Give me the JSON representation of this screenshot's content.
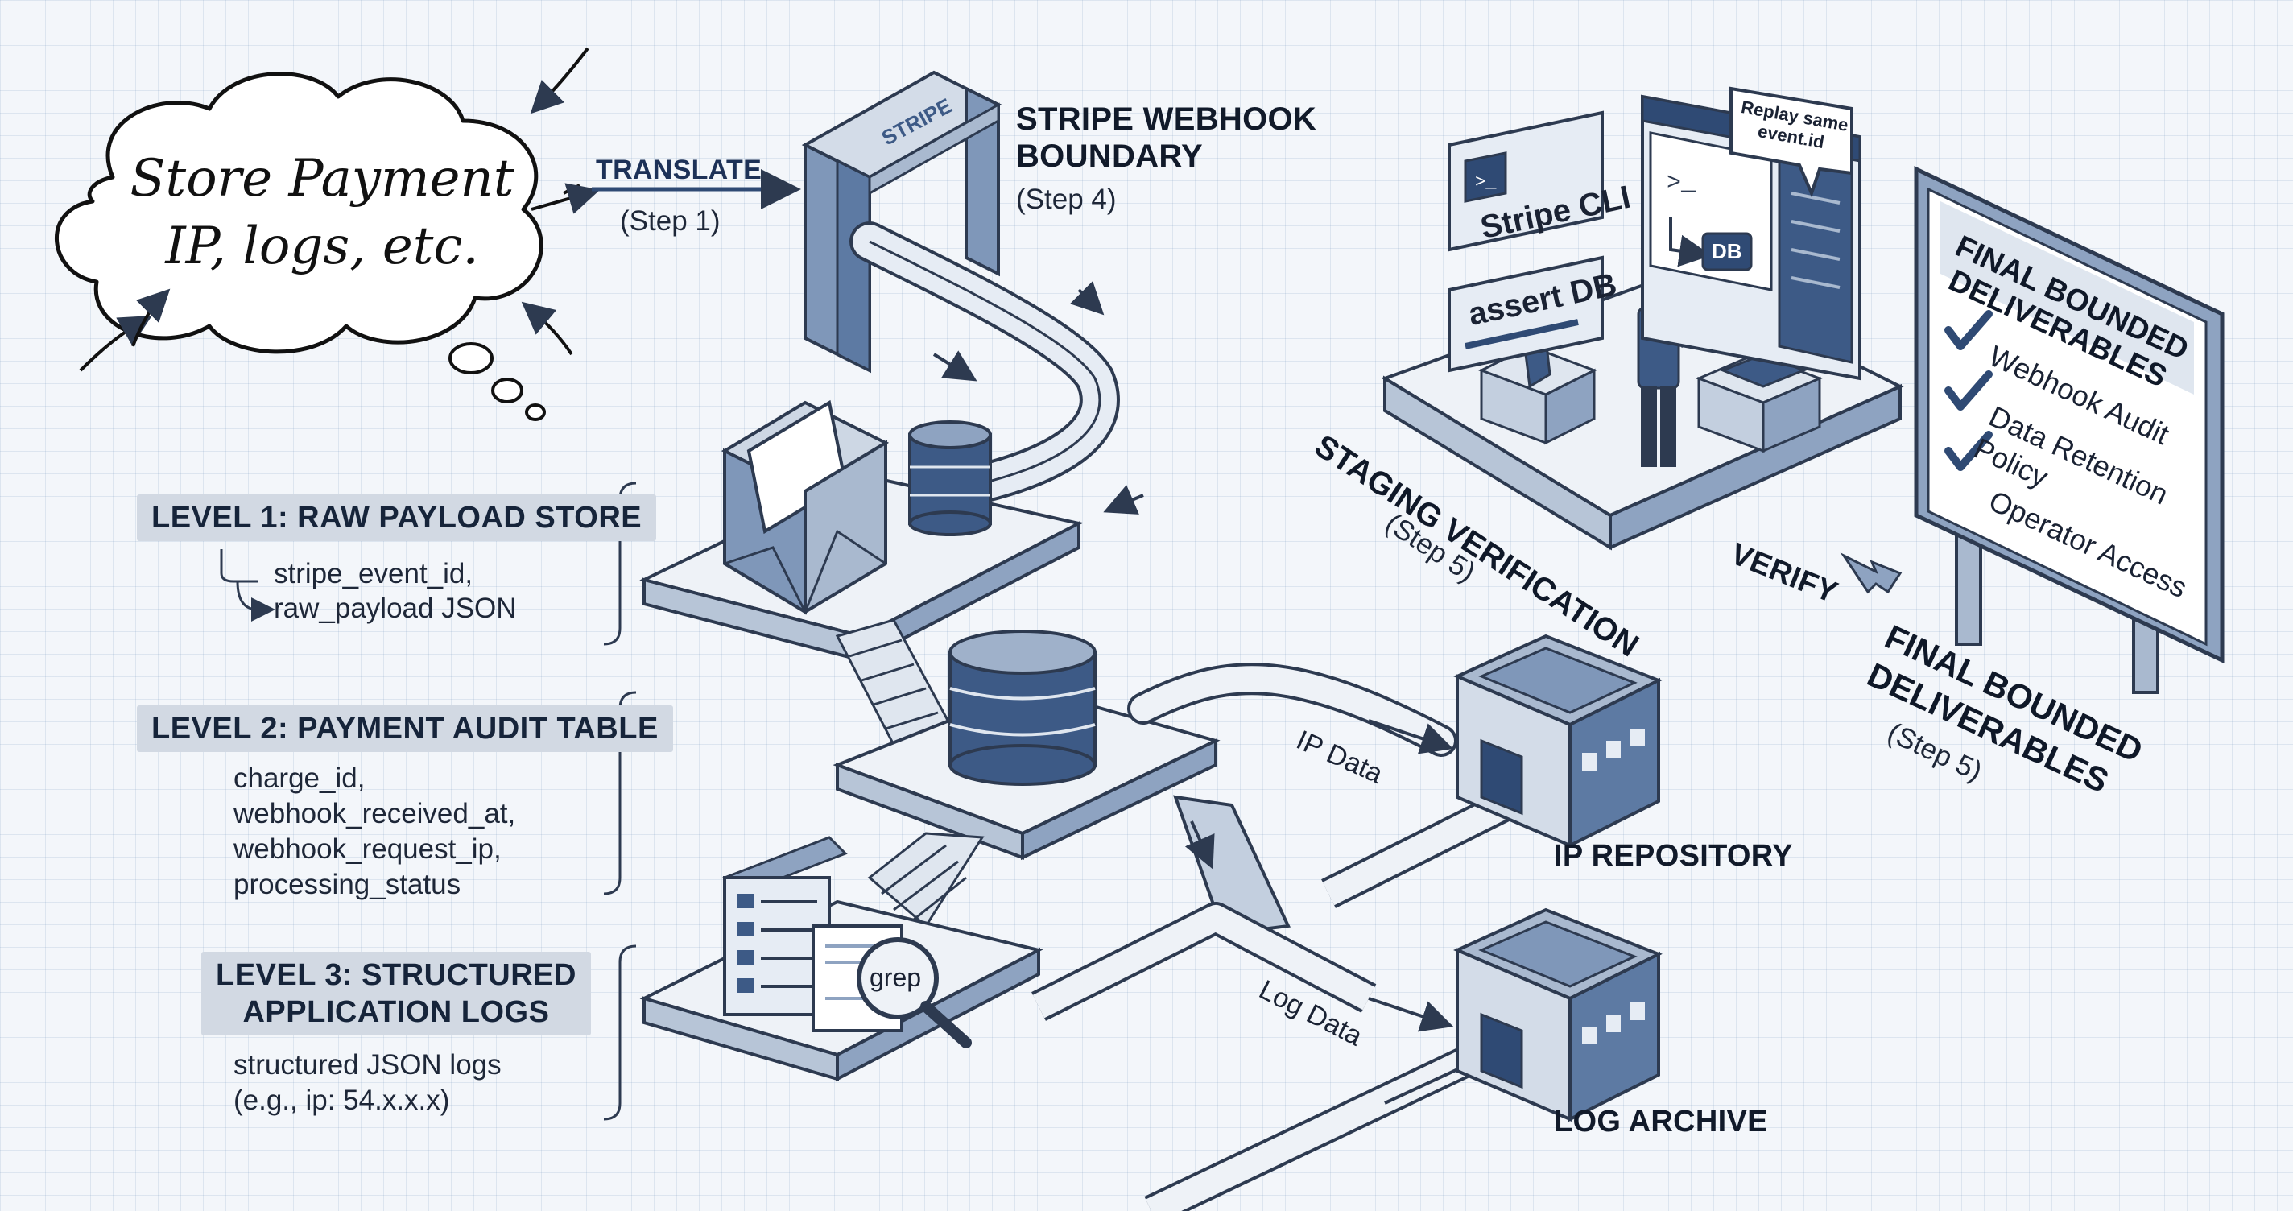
{
  "cloud": {
    "text": "Store Payment\nIP, logs, etc."
  },
  "translate": {
    "label": "TRANSLATE",
    "step": "(Step 1)"
  },
  "boundary": {
    "title": "STRIPE WEBHOOK\nBOUNDARY",
    "step": "(Step 4)",
    "gate_text": "STRIPE"
  },
  "levels": [
    {
      "tag": "LEVEL 1: RAW PAYLOAD STORE",
      "fields": [
        "stripe_event_id,",
        "raw_payload JSON"
      ]
    },
    {
      "tag": "LEVEL 2: PAYMENT AUDIT TABLE",
      "fields": [
        "charge_id,",
        "webhook_received_at,",
        "webhook_request_ip,",
        "processing_status"
      ]
    },
    {
      "tag": "LEVEL 3: STRUCTURED\nAPPLICATION LOGS",
      "fields": [
        "structured JSON logs",
        "(e.g., ip: 54.x.x.x)"
      ]
    }
  ],
  "grep_label": "grep",
  "flows": {
    "ip_data": "IP Data",
    "log_data": "Log Data"
  },
  "repositories": {
    "ip": "IP REPOSITORY",
    "log": "LOG ARCHIVE"
  },
  "staging": {
    "label": "STAGING VERIFICATION",
    "step": "(Step 5)",
    "cli_panel": "Stripe CLI",
    "assert_panel": "assert DB",
    "db_badge": "DB",
    "bubble": "Replay same\nevent.id",
    "verify": "VERIFY"
  },
  "deliverables": {
    "sign_title": "FINAL BOUNDED\nDELIVERABLES",
    "items": [
      "Webhook Audit",
      "Data Retention\nPolicy",
      "Operator Access"
    ],
    "label": "FINAL BOUNDED\nDELIVERABLES",
    "step": "(Step 5)"
  },
  "colors": {
    "ink": "#2d3a50",
    "steel": "#5d7aa3",
    "deep": "#2f4a74",
    "light": "#e6ecf4",
    "mid": "#a9b9cf"
  }
}
